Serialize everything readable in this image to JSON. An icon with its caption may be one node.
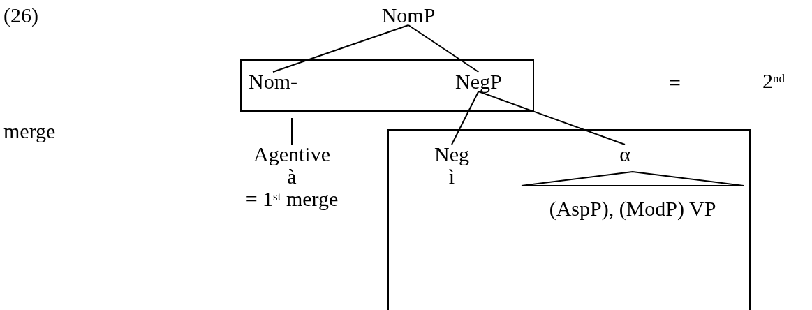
{
  "diagram": {
    "nodes": [
      {
        "text": [
          "NomP"
        ]
      },
      {
        "text": [],
        "shape": "box"
      },
      {
        "text": [
          "Nom-"
        ],
        "in": 1
      },
      {
        "text": [
          "NegP"
        ],
        "in": 1
      },
      {
        "text": [
          "Agentive",
          "à",
          "= 1$^{st}$ merge"
        ]
      },
      {
        "text": [],
        "shape": "box"
      },
      {
        "text": [
          "Neg",
          "ì"
        ],
        "in": 5
      },
      {
        "text": [
          "α"
        ],
        "in": 5
      },
      {
        "text": [
          "(AspP), (ModP) VP"
        ],
        "in": 5
      }
    ],
    "edges": [
      {
        "from": 0,
        "to": 2,
        "arrow": "none"
      },
      {
        "from": 0,
        "to": 3,
        "arrow": "none"
      },
      {
        "from": 2,
        "to": 4,
        "arrow": "none"
      },
      {
        "from": 3,
        "to": 6,
        "arrow": "none"
      },
      {
        "from": 3,
        "to": 7,
        "arrow": "none"
      }
    ],
    "labels": [
      "(26)",
      "=",
      "2$^{nd}$",
      "merge"
    ]
  }
}
